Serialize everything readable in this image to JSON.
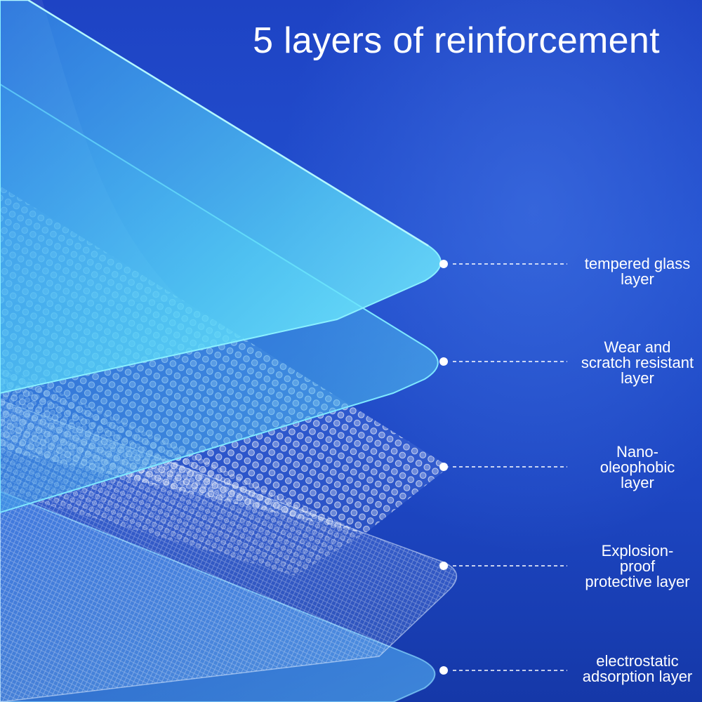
{
  "title": "5 layers of reinforcement",
  "colors": {
    "background": "#1e43c4",
    "glass_edge": "#7fe8ff",
    "text": "#ffffff"
  },
  "layers": [
    {
      "lines": [
        "tempered glass",
        "layer"
      ]
    },
    {
      "lines": [
        "Wear and",
        "scratch resistant",
        "layer"
      ]
    },
    {
      "lines": [
        "Nano-",
        "oleophobic",
        "layer"
      ]
    },
    {
      "lines": [
        "Explosion-",
        "proof",
        "protective layer"
      ]
    },
    {
      "lines": [
        "electrostatic",
        "adsorption layer"
      ]
    }
  ]
}
